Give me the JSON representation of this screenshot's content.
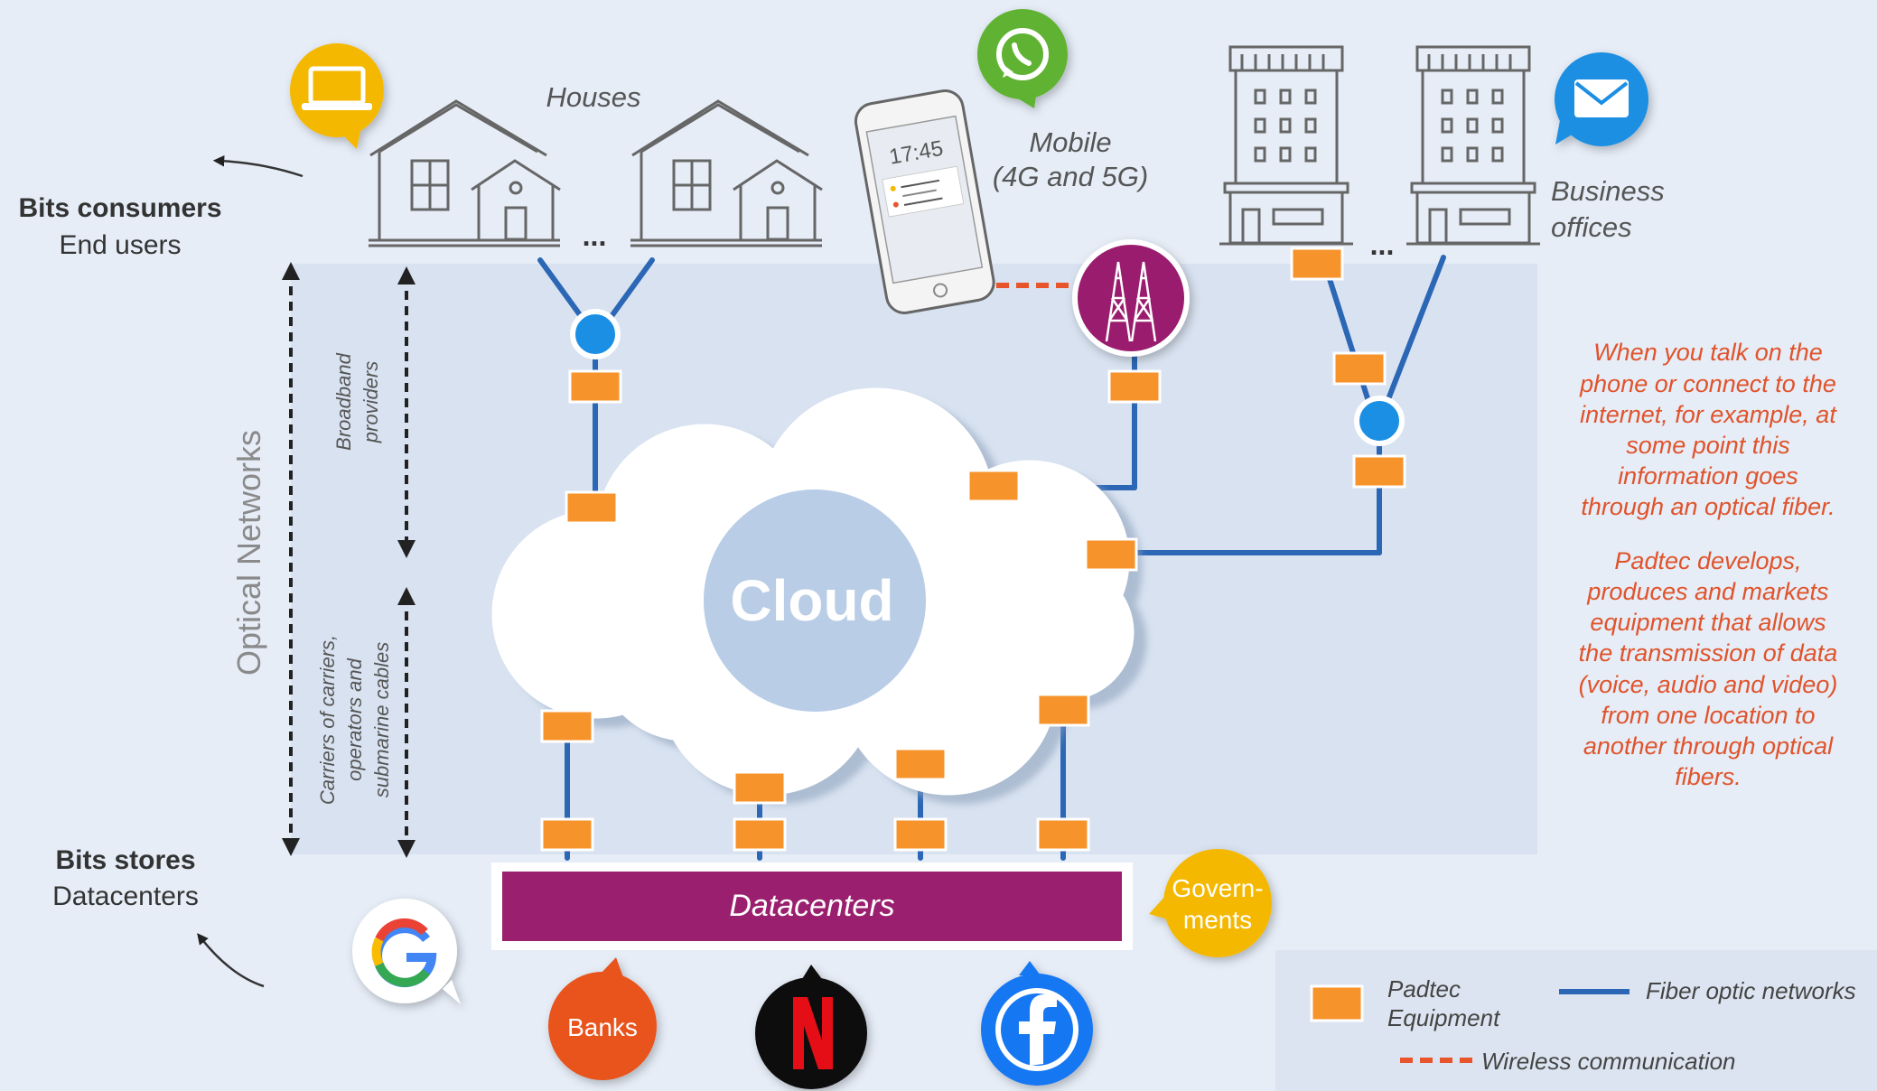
{
  "labels": {
    "houses": "Houses",
    "mobile_line1": "Mobile",
    "mobile_line2": "(4G and 5G)",
    "business_line1": "Business",
    "business_line2": "offices",
    "ellipsis": "...",
    "bits_consumers": "Bits consumers",
    "end_users": "End users",
    "bits_stores": "Bits stores",
    "datacenters_side": "Datacenters",
    "optical_networks": "Optical Networks",
    "broadband_line1": "Broadband",
    "broadband_line2": "providers",
    "carriers_line1": "Carriers of carriers,",
    "carriers_line2": "operators and",
    "carriers_line3": "submarine cables",
    "cloud": "Cloud",
    "datacenters_bar": "Datacenters",
    "phone_time": "17:45"
  },
  "bubbles": {
    "governments_line1": "Govern-",
    "governments_line2": "ments",
    "banks": "Banks"
  },
  "description": {
    "p1": [
      "When you talk on the",
      "phone or connect to the",
      "internet, for example, at",
      "some point this",
      "information goes",
      "through an optical fiber."
    ],
    "p2": [
      "Padtec develops,",
      "produces and markets",
      "equipment that allows",
      "the transmission of data",
      "(voice, audio and video)",
      "from one location to",
      "another through optical",
      "fibers."
    ]
  },
  "legend": {
    "padtec_line1": "Padtec",
    "padtec_line2": "Equipment",
    "fiber": "Fiber optic networks",
    "wireless": "Wireless communication"
  },
  "colors": {
    "orange": "#f7932b",
    "fiber_blue": "#2b67b5",
    "node_blue": "#1a8fe3",
    "purple": "#9a1f6e",
    "red_text": "#e0532b",
    "yellow": "#f5b800",
    "whatsapp_green": "#60b332",
    "mail_blue": "#1a8fe3",
    "banks_red": "#e9531f",
    "facebook_blue": "#1877f2"
  },
  "icons": [
    "laptop-icon",
    "whatsapp-icon",
    "mail-icon",
    "google-icon",
    "netflix-icon",
    "facebook-icon",
    "antenna-icon"
  ]
}
